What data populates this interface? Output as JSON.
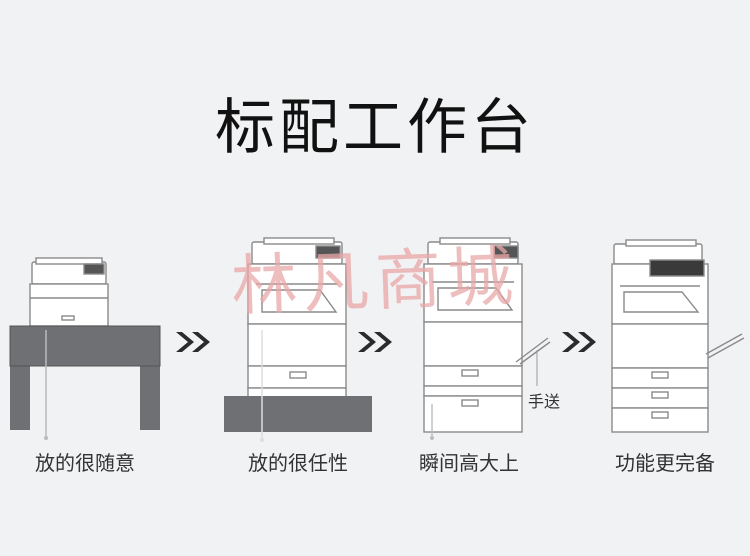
{
  "title": "标配工作台",
  "watermark": "林凡商城",
  "captions": [
    "放的很随意",
    "放的很任性",
    "瞬间高大上",
    "功能更完备"
  ],
  "manual_feed_label": "手送",
  "colors": {
    "background": "#f1f2f4",
    "stand": "#6e7074",
    "arrow": "#2b2b2b"
  },
  "icons": [
    "double-chevron-right-icon",
    "double-chevron-right-icon",
    "double-chevron-right-icon"
  ]
}
